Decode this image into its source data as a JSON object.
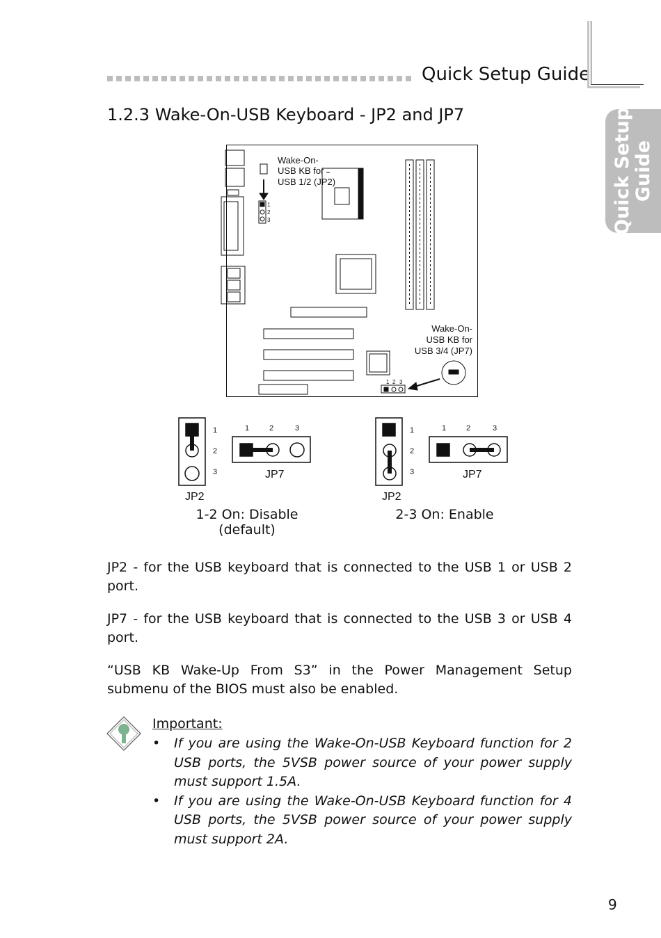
{
  "header": {
    "title": "Quick Setup Guide"
  },
  "side_tab": {
    "line1": "Quick Setup",
    "line2": "Guide"
  },
  "section": {
    "title": "1.2.3  Wake-On-USB Keyboard - JP2 and JP7"
  },
  "diagram": {
    "jp2_callout": [
      "Wake-On-",
      "USB KB for",
      "USB 1/2 (JP2)"
    ],
    "jp7_callout": [
      "Wake-On-",
      "USB KB for",
      "USB 3/4 (JP7)"
    ],
    "pin_labels": [
      "1",
      "2",
      "3"
    ]
  },
  "jumpers": {
    "disable": {
      "jp2_label": "JP2",
      "jp7_label": "JP7",
      "caption_line1": "1-2 On: Disable",
      "caption_line2": "(default)"
    },
    "enable": {
      "jp2_label": "JP2",
      "jp7_label": "JP7",
      "caption_line1": "2-3 On: Enable"
    }
  },
  "body": {
    "p1_label": "JP2",
    "p1_text": " - for the USB keyboard that is connected to the USB 1 or USB 2 port.",
    "p2_label": "JP7",
    "p2_text": " - for the USB keyboard that is connected to the USB 3 or USB 4 port.",
    "p3_text": "“USB KB Wake-Up From S3” in the Power Management Setup submenu of the BIOS must also be enabled."
  },
  "important": {
    "title": "Important:",
    "bullets": [
      "If you are using the Wake-On-USB Keyboard function for 2 USB ports, the 5VSB power source of your power supply must support    1.5A.",
      "If you are using the Wake-On-USB Keyboard function for 4 USB ports, the 5VSB power source of your power supply must support    2A."
    ],
    "bullet_char": "•"
  },
  "page_number": "9"
}
